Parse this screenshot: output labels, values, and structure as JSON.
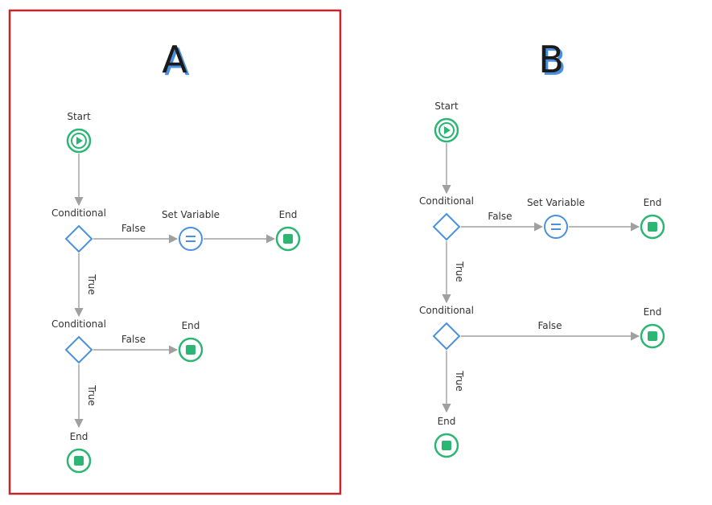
{
  "colors": {
    "frame": "#c0282d",
    "edge": "#a0a0a0",
    "start_end": "#2bb673",
    "decision": "#4a90e2",
    "assign": "#4a90e2",
    "text": "#333333"
  },
  "panels": [
    {
      "title": "A",
      "highlighted": true,
      "nodes": [
        {
          "id": "a-start",
          "type": "start",
          "label": "Start"
        },
        {
          "id": "a-cond1",
          "type": "decision",
          "label": "Conditional"
        },
        {
          "id": "a-setvar",
          "type": "assign",
          "label": "Set Variable"
        },
        {
          "id": "a-end1",
          "type": "end",
          "label": "End"
        },
        {
          "id": "a-cond2",
          "type": "decision",
          "label": "Conditional"
        },
        {
          "id": "a-end2",
          "type": "end",
          "label": "End"
        },
        {
          "id": "a-end3",
          "type": "end",
          "label": "End"
        }
      ],
      "edges": [
        {
          "from": "a-start",
          "to": "a-cond1",
          "label": ""
        },
        {
          "from": "a-cond1",
          "to": "a-setvar",
          "label": "False"
        },
        {
          "from": "a-setvar",
          "to": "a-end1",
          "label": ""
        },
        {
          "from": "a-cond1",
          "to": "a-cond2",
          "label": "True"
        },
        {
          "from": "a-cond2",
          "to": "a-end2",
          "label": "False"
        },
        {
          "from": "a-cond2",
          "to": "a-end3",
          "label": "True"
        }
      ]
    },
    {
      "title": "B",
      "highlighted": false,
      "nodes": [
        {
          "id": "b-start",
          "type": "start",
          "label": "Start"
        },
        {
          "id": "b-cond1",
          "type": "decision",
          "label": "Conditional"
        },
        {
          "id": "b-setvar",
          "type": "assign",
          "label": "Set Variable"
        },
        {
          "id": "b-end1",
          "type": "end",
          "label": "End"
        },
        {
          "id": "b-cond2",
          "type": "decision",
          "label": "Conditional"
        },
        {
          "id": "b-end2",
          "type": "end",
          "label": "End"
        },
        {
          "id": "b-end3",
          "type": "end",
          "label": "End"
        }
      ],
      "edges": [
        {
          "from": "b-start",
          "to": "b-cond1",
          "label": ""
        },
        {
          "from": "b-cond1",
          "to": "b-setvar",
          "label": "False"
        },
        {
          "from": "b-setvar",
          "to": "b-end1",
          "label": ""
        },
        {
          "from": "b-cond1",
          "to": "b-cond2",
          "label": "True"
        },
        {
          "from": "b-cond2",
          "to": "b-end2",
          "label": "False"
        },
        {
          "from": "b-cond2",
          "to": "b-end3",
          "label": "True"
        }
      ]
    }
  ]
}
